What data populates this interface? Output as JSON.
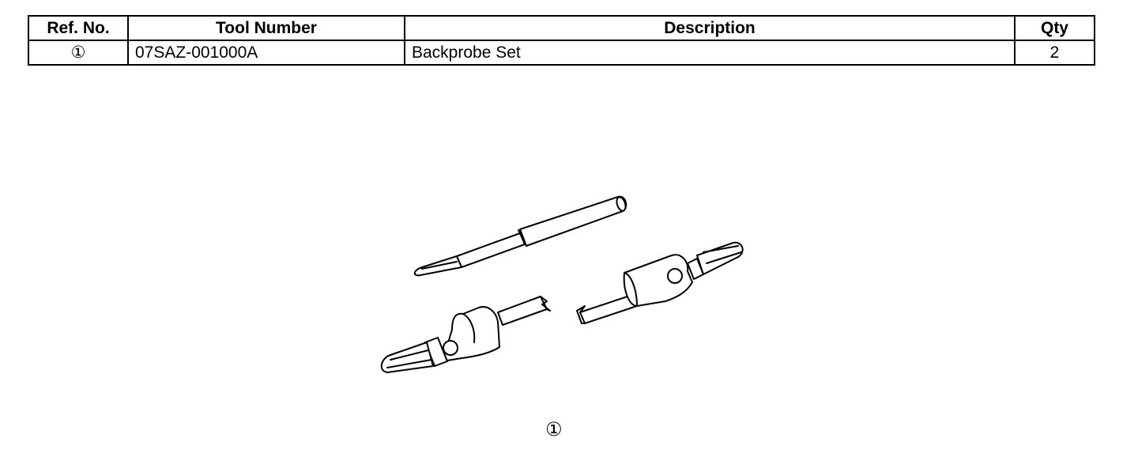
{
  "table": {
    "headers": {
      "ref_no": "Ref. No.",
      "tool_number": "Tool Number",
      "description": "Description",
      "qty": "Qty"
    },
    "rows": [
      {
        "ref_no": "①",
        "tool_number": "07SAZ-001000A",
        "description": "Backprobe Set",
        "qty": "2"
      }
    ]
  },
  "figure": {
    "callout": "①",
    "icon": "backprobe-set-illustration"
  }
}
